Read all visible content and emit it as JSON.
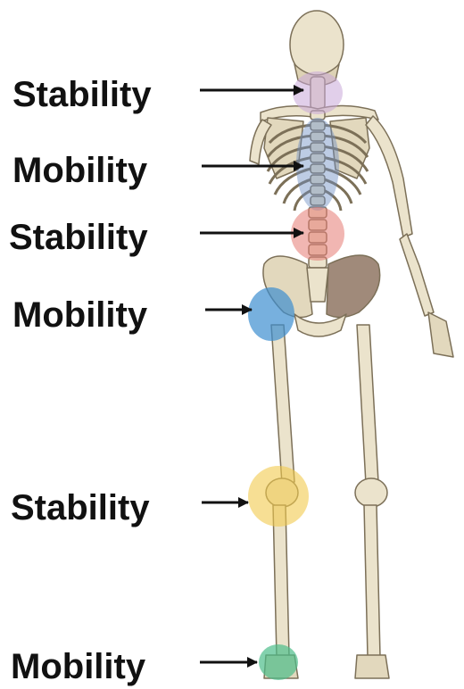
{
  "labels": [
    {
      "text": "Stability",
      "region": "cervical-spine",
      "color": "#c9a8d8"
    },
    {
      "text": "Mobility",
      "region": "thoracic-spine",
      "color": "#6d8fc4"
    },
    {
      "text": "Stability",
      "region": "lumbar-spine",
      "color": "#e67a72"
    },
    {
      "text": "Mobility",
      "region": "hip",
      "color": "#3d8ed0"
    },
    {
      "text": "Stability",
      "region": "knee",
      "color": "#f2c94c"
    },
    {
      "text": "Mobility",
      "region": "ankle",
      "color": "#4dbd8a"
    }
  ],
  "colors": {
    "bone": "#ebe3cc",
    "bone_shade": "#cdbf9c",
    "bone_outline": "#7c7058",
    "text": "#111111",
    "arrow": "#111111"
  }
}
